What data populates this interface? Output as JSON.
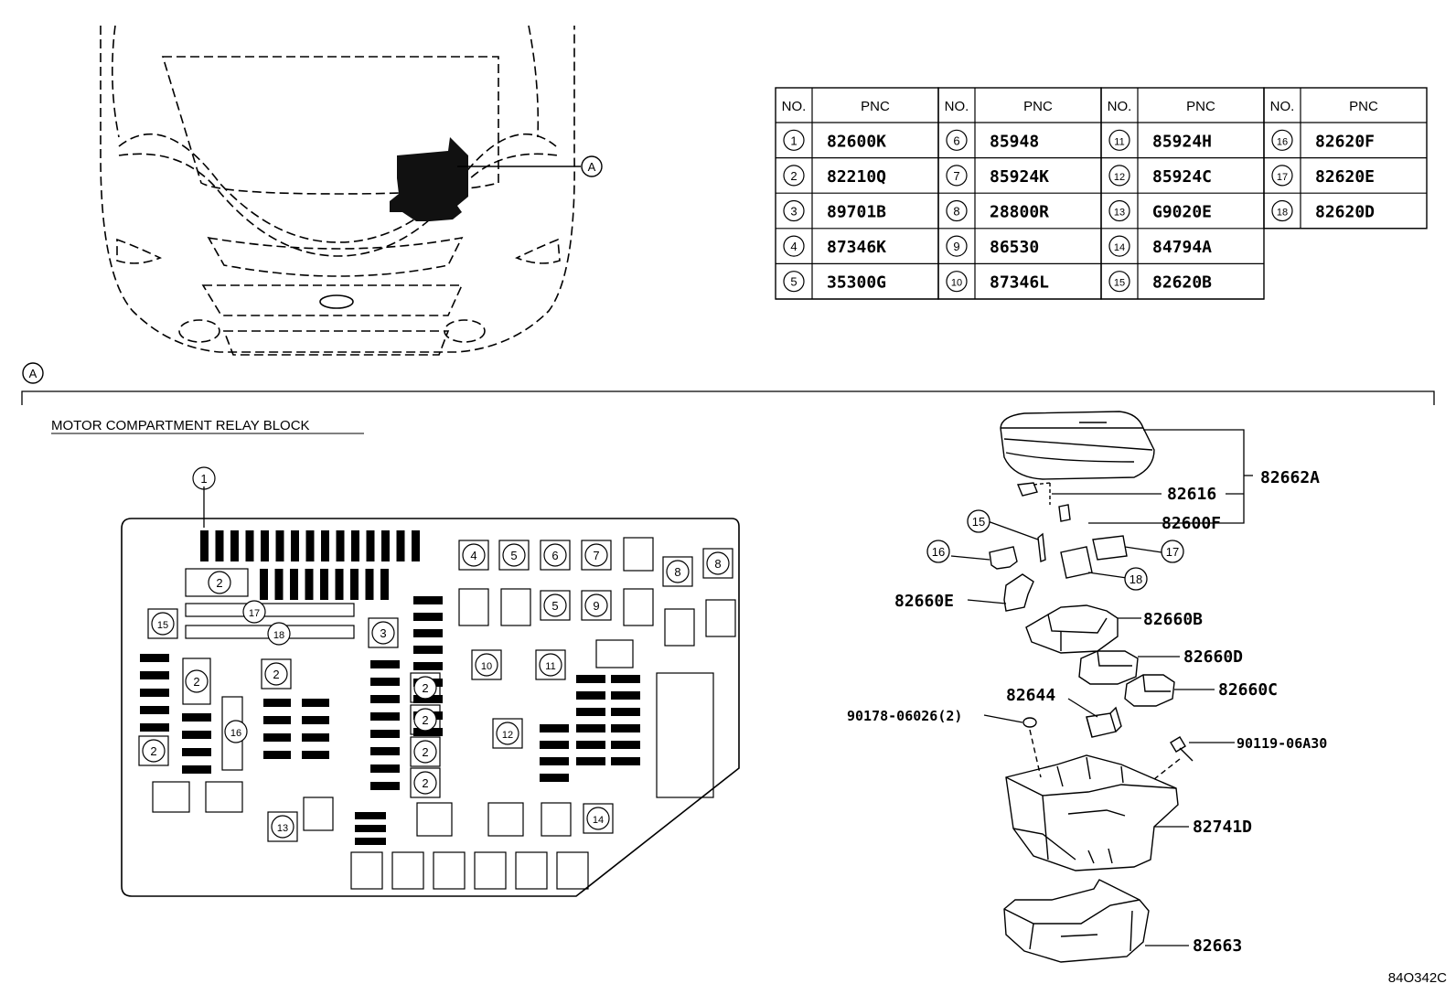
{
  "parts_table": {
    "header_no": "NO.",
    "header_pnc": "PNC",
    "columns": [
      [
        {
          "no": "1",
          "pnc": "82600K"
        },
        {
          "no": "2",
          "pnc": "82210Q"
        },
        {
          "no": "3",
          "pnc": "89701B"
        },
        {
          "no": "4",
          "pnc": "87346K"
        },
        {
          "no": "5",
          "pnc": "35300G"
        }
      ],
      [
        {
          "no": "6",
          "pnc": "85948"
        },
        {
          "no": "7",
          "pnc": "85924K"
        },
        {
          "no": "8",
          "pnc": "28800R"
        },
        {
          "no": "9",
          "pnc": "86530"
        },
        {
          "no": "10",
          "pnc": "87346L"
        }
      ],
      [
        {
          "no": "11",
          "pnc": "85924H"
        },
        {
          "no": "12",
          "pnc": "85924C"
        },
        {
          "no": "13",
          "pnc": "G9020E"
        },
        {
          "no": "14",
          "pnc": "84794A"
        },
        {
          "no": "15",
          "pnc": "82620B"
        }
      ],
      [
        {
          "no": "16",
          "pnc": "82620F"
        },
        {
          "no": "17",
          "pnc": "82620E"
        },
        {
          "no": "18",
          "pnc": "82620D"
        }
      ]
    ]
  },
  "location_callout": "A",
  "section_marker": "A",
  "relay_block_title": "MOTOR COMPARTMENT RELAY BLOCK",
  "layout_callouts": {
    "c1": "1",
    "c2": "2",
    "c3": "3",
    "c4": "4",
    "c5": "5",
    "c6": "6",
    "c7": "7",
    "c8": "8",
    "c9": "9",
    "c10": "10",
    "c11": "11",
    "c12": "12",
    "c13": "13",
    "c14": "14",
    "c15": "15",
    "c16": "16",
    "c17": "17",
    "c18": "18"
  },
  "exploded_labels": {
    "cover": "82662A",
    "bulb": "82616",
    "clip": "82600F",
    "holder_e": "82660E",
    "holder_b": "82660B",
    "holder_d": "82660D",
    "holder_c": "82660C",
    "relay": "82644",
    "nut": "90178-06026(2)",
    "bolt": "90119-06A30",
    "box": "82741D",
    "lower_cover": "82663",
    "c15": "15",
    "c16": "16",
    "c17": "17",
    "c18": "18"
  },
  "diagram_code": "84O342C"
}
